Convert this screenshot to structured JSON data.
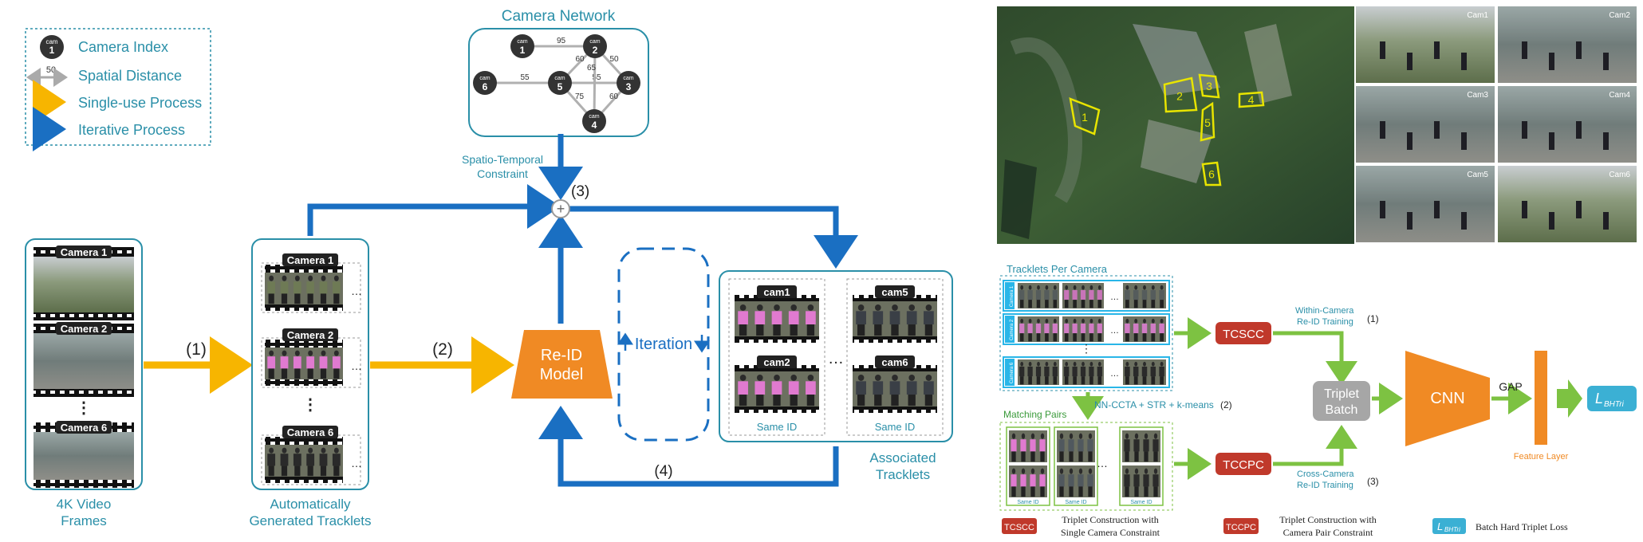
{
  "legend": {
    "camera_index": "Camera Index",
    "cam_icon_top": "cam",
    "cam_icon_num": "1",
    "distance_sample": "50",
    "spatial_distance": "Spatial Distance",
    "single_use": "Single-use Process",
    "iterative": "Iterative Process"
  },
  "camera_network": {
    "title": "Camera Network",
    "node_prefix": "cam",
    "nodes": [
      "1",
      "2",
      "3",
      "4",
      "5",
      "6"
    ],
    "edges": [
      {
        "from": "1",
        "to": "2",
        "d": "95"
      },
      {
        "from": "2",
        "to": "3",
        "d": "50"
      },
      {
        "from": "5",
        "to": "2",
        "d": "60"
      },
      {
        "from": "5",
        "to": "3",
        "d": "55"
      },
      {
        "from": "5",
        "to": "4",
        "d": "75"
      },
      {
        "from": "3",
        "to": "4",
        "d": "60"
      },
      {
        "from": "6",
        "to": "5",
        "d": "55"
      },
      {
        "from": "2",
        "to": "4",
        "d": "65"
      }
    ]
  },
  "pipeline": {
    "video": {
      "cams": [
        "Camera 1",
        "Camera 2",
        "Camera 6"
      ],
      "dots": "⋮",
      "caption_1": "4K Video",
      "caption_2": "Frames"
    },
    "tracklets": {
      "cams": [
        "Camera 1",
        "Camera 2",
        "Camera 6"
      ],
      "dots": "⋮",
      "ellipsis": "…",
      "caption_1": "Automatically",
      "caption_2": "Generated Tracklets"
    },
    "step1": "(1)",
    "step2": "(2)",
    "step3": "(3)",
    "step4": "(4)",
    "stc_1": "Spatio-Temporal",
    "stc_2": "Constraint",
    "reid_1": "Re-ID",
    "reid_2": "Model",
    "iteration": "Iteration",
    "plus": "+",
    "assoc": {
      "cams": [
        "cam1",
        "cam2",
        "cam5",
        "cam6"
      ],
      "same_id": "Same ID",
      "ellipsis": "…",
      "caption_1": "Associated",
      "caption_2": "Tracklets"
    }
  },
  "map": {
    "markers": [
      "1",
      "2",
      "3",
      "4",
      "5",
      "6"
    ],
    "cam_labels": [
      "Cam1",
      "Cam2",
      "Cam3",
      "Cam4",
      "Cam5",
      "Cam6"
    ]
  },
  "training": {
    "tracklets_per_camera": "Tracklets Per Camera",
    "camera_tag": "Camera",
    "row_labels": [
      "1",
      "2",
      "6"
    ],
    "within_1": "Within-Camera",
    "within_2": "Re-ID Training",
    "within_num": "(1)",
    "tcscc": "TCSCC",
    "tccpc": "TCCPC",
    "triplet_1": "Triplet",
    "triplet_2": "Batch",
    "cnn": "CNN",
    "gap": "GAP",
    "feature_layer": "Feature Layer",
    "loss_L": "L",
    "loss_sub": "BHTri",
    "nn_ccta": "NN-CCTA + STR + k-means",
    "nn_num": "(2)",
    "matching_pairs": "Matching Pairs",
    "same_id": "Same ID",
    "cross_1": "Cross-Camera",
    "cross_2": "Re-ID Training",
    "cross_num": "(3)",
    "dots": "⋮",
    "ellipsis": "…"
  },
  "bottom_legend": {
    "tcscc_1": "Triplet Construction with",
    "tcscc_2": "Single Camera Constraint",
    "tccpc_1": "Triplet Construction with",
    "tccpc_2": "Camera Pair Constraint",
    "bht": "Batch Hard Triplet Loss"
  },
  "colors": {
    "teal": "#2a8fa8",
    "yellow_arrow": "#f7b500",
    "blue_arrow": "#1a6fc2",
    "orange": "#f08a24",
    "green": "#7dc242",
    "red_box": "#c0392b",
    "map_yellow": "#e8e400"
  }
}
